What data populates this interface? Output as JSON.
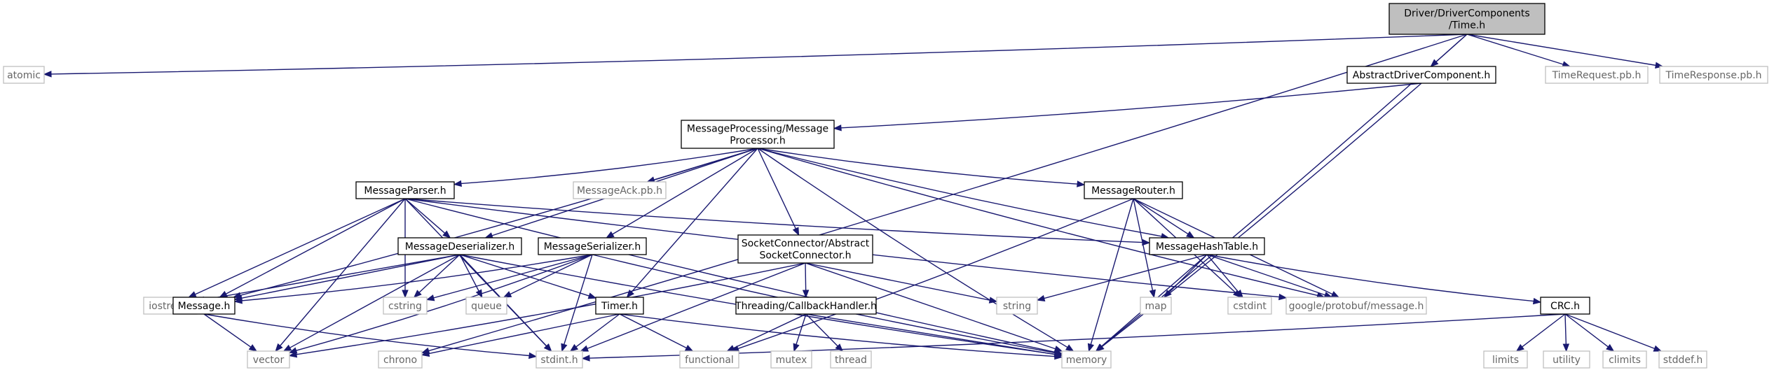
{
  "graph": {
    "nodes": [
      {
        "id": "time",
        "kind": "main",
        "lines": [
          "Driver/DriverComponents",
          "/Time.h"
        ]
      },
      {
        "id": "atomic",
        "kind": "external",
        "lines": [
          "atomic"
        ]
      },
      {
        "id": "adc",
        "kind": "internal",
        "lines": [
          "AbstractDriverComponent.h"
        ]
      },
      {
        "id": "treq",
        "kind": "external",
        "lines": [
          "TimeRequest.pb.h"
        ]
      },
      {
        "id": "tresp",
        "kind": "external",
        "lines": [
          "TimeResponse.pb.h"
        ]
      },
      {
        "id": "mp",
        "kind": "internal",
        "lines": [
          "MessageProcessing/Message",
          "Processor.h"
        ]
      },
      {
        "id": "mparser",
        "kind": "internal",
        "lines": [
          "MessageParser.h"
        ]
      },
      {
        "id": "mack",
        "kind": "external",
        "lines": [
          "MessageAck.pb.h"
        ]
      },
      {
        "id": "mrouter",
        "kind": "internal",
        "lines": [
          "MessageRouter.h"
        ]
      },
      {
        "id": "mdeser",
        "kind": "internal",
        "lines": [
          "MessageDeserializer.h"
        ]
      },
      {
        "id": "mser",
        "kind": "internal",
        "lines": [
          "MessageSerializer.h"
        ]
      },
      {
        "id": "sock",
        "kind": "internal",
        "lines": [
          "SocketConnector/Abstract",
          "SocketConnector.h"
        ]
      },
      {
        "id": "mht",
        "kind": "internal",
        "lines": [
          "MessageHashTable.h"
        ]
      },
      {
        "id": "iostream",
        "kind": "external",
        "lines": [
          "iostream"
        ]
      },
      {
        "id": "messageh",
        "kind": "internal",
        "lines": [
          "Message.h"
        ]
      },
      {
        "id": "cstring",
        "kind": "external",
        "lines": [
          "cstring"
        ]
      },
      {
        "id": "queue",
        "kind": "external",
        "lines": [
          "queue"
        ]
      },
      {
        "id": "timer",
        "kind": "internal",
        "lines": [
          "Timer.h"
        ]
      },
      {
        "id": "cbh",
        "kind": "internal",
        "lines": [
          "Threading/CallbackHandler.h"
        ]
      },
      {
        "id": "string",
        "kind": "external",
        "lines": [
          "string"
        ]
      },
      {
        "id": "map",
        "kind": "external",
        "lines": [
          "map"
        ]
      },
      {
        "id": "cstdint",
        "kind": "external",
        "lines": [
          "cstdint"
        ]
      },
      {
        "id": "protobuf",
        "kind": "external",
        "lines": [
          "google/protobuf/message.h"
        ]
      },
      {
        "id": "crc",
        "kind": "internal",
        "lines": [
          "CRC.h"
        ]
      },
      {
        "id": "vector",
        "kind": "external",
        "lines": [
          "vector"
        ]
      },
      {
        "id": "chrono",
        "kind": "external",
        "lines": [
          "chrono"
        ]
      },
      {
        "id": "stdint",
        "kind": "external",
        "lines": [
          "stdint.h"
        ]
      },
      {
        "id": "functional",
        "kind": "external",
        "lines": [
          "functional"
        ]
      },
      {
        "id": "mutex",
        "kind": "external",
        "lines": [
          "mutex"
        ]
      },
      {
        "id": "thread",
        "kind": "external",
        "lines": [
          "thread"
        ]
      },
      {
        "id": "memory",
        "kind": "external",
        "lines": [
          "memory"
        ]
      },
      {
        "id": "limits",
        "kind": "external",
        "lines": [
          "limits"
        ]
      },
      {
        "id": "utility",
        "kind": "external",
        "lines": [
          "utility"
        ]
      },
      {
        "id": "climits",
        "kind": "external",
        "lines": [
          "climits"
        ]
      },
      {
        "id": "stddef",
        "kind": "external",
        "lines": [
          "stddef.h"
        ]
      }
    ],
    "edges": [
      [
        "time",
        "atomic"
      ],
      [
        "time",
        "chrono"
      ],
      [
        "time",
        "adc"
      ],
      [
        "time",
        "memory"
      ],
      [
        "time",
        "treq"
      ],
      [
        "time",
        "tresp"
      ],
      [
        "adc",
        "mp"
      ],
      [
        "adc",
        "memory"
      ],
      [
        "mp",
        "mparser"
      ],
      [
        "mp",
        "messageh"
      ],
      [
        "mp",
        "mdeser"
      ],
      [
        "mp",
        "mser"
      ],
      [
        "mp",
        "mack"
      ],
      [
        "mp",
        "timer"
      ],
      [
        "mp",
        "sock"
      ],
      [
        "mp",
        "mrouter"
      ],
      [
        "mp",
        "mht"
      ],
      [
        "mp",
        "protobuf"
      ],
      [
        "mp",
        "memory"
      ],
      [
        "mparser",
        "vector"
      ],
      [
        "mparser",
        "iostream"
      ],
      [
        "mparser",
        "messageh"
      ],
      [
        "mparser",
        "mdeser"
      ],
      [
        "mparser",
        "cstring"
      ],
      [
        "mparser",
        "stdint"
      ],
      [
        "mparser",
        "memory"
      ],
      [
        "mparser",
        "mht"
      ],
      [
        "mparser",
        "protobuf"
      ],
      [
        "mrouter",
        "functional"
      ],
      [
        "mrouter",
        "memory"
      ],
      [
        "mrouter",
        "map"
      ],
      [
        "mrouter",
        "mht"
      ],
      [
        "mrouter",
        "cstdint"
      ],
      [
        "mrouter",
        "protobuf"
      ],
      [
        "mdeser",
        "iostream"
      ],
      [
        "mdeser",
        "messageh"
      ],
      [
        "mdeser",
        "vector"
      ],
      [
        "mdeser",
        "cstring"
      ],
      [
        "mdeser",
        "queue"
      ],
      [
        "mdeser",
        "stdint"
      ],
      [
        "mdeser",
        "timer"
      ],
      [
        "mdeser",
        "memory"
      ],
      [
        "mser",
        "messageh"
      ],
      [
        "mser",
        "vector"
      ],
      [
        "mser",
        "cstring"
      ],
      [
        "mser",
        "queue"
      ],
      [
        "mser",
        "stdint"
      ],
      [
        "mser",
        "memory"
      ],
      [
        "sock",
        "vector"
      ],
      [
        "sock",
        "stdint"
      ],
      [
        "sock",
        "cbh"
      ],
      [
        "sock",
        "string"
      ],
      [
        "sock",
        "memory"
      ],
      [
        "mht",
        "string"
      ],
      [
        "mht",
        "map"
      ],
      [
        "mht",
        "cstdint"
      ],
      [
        "mht",
        "protobuf"
      ],
      [
        "mht",
        "memory"
      ],
      [
        "mht",
        "crc"
      ],
      [
        "messageh",
        "vector"
      ],
      [
        "messageh",
        "stdint"
      ],
      [
        "timer",
        "chrono"
      ],
      [
        "timer",
        "stdint"
      ],
      [
        "timer",
        "functional"
      ],
      [
        "timer",
        "memory"
      ],
      [
        "cbh",
        "functional"
      ],
      [
        "cbh",
        "mutex"
      ],
      [
        "cbh",
        "thread"
      ],
      [
        "cbh",
        "memory"
      ],
      [
        "crc",
        "stdint"
      ],
      [
        "crc",
        "limits"
      ],
      [
        "crc",
        "utility"
      ],
      [
        "crc",
        "climits"
      ],
      [
        "crc",
        "stddef"
      ]
    ]
  }
}
